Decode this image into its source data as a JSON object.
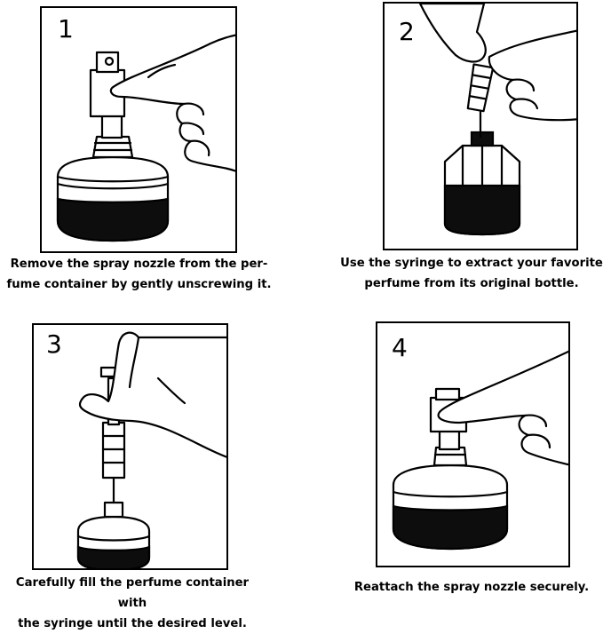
{
  "steps": [
    {
      "number": "1",
      "caption_line1": "Remove the spray nozzle from the per-",
      "caption_line2": "fume container by gently unscrewing it."
    },
    {
      "number": "2",
      "caption_line1": "Use the syringe to extract your favorite",
      "caption_line2": "perfume from its original bottle."
    },
    {
      "number": "3",
      "caption_line1": "Carefully fill the perfume container with",
      "caption_line2": "the syringe until the desired level."
    },
    {
      "number": "4",
      "caption_line1": "Reattach the spray nozzle securely.",
      "caption_line2": ""
    }
  ],
  "icons": {
    "step1": "hand-removing-spray-nozzle-illustration",
    "step2": "syringe-extracting-from-bottle-illustration",
    "step3": "syringe-filling-container-illustration",
    "step4": "hand-reattaching-nozzle-illustration"
  }
}
